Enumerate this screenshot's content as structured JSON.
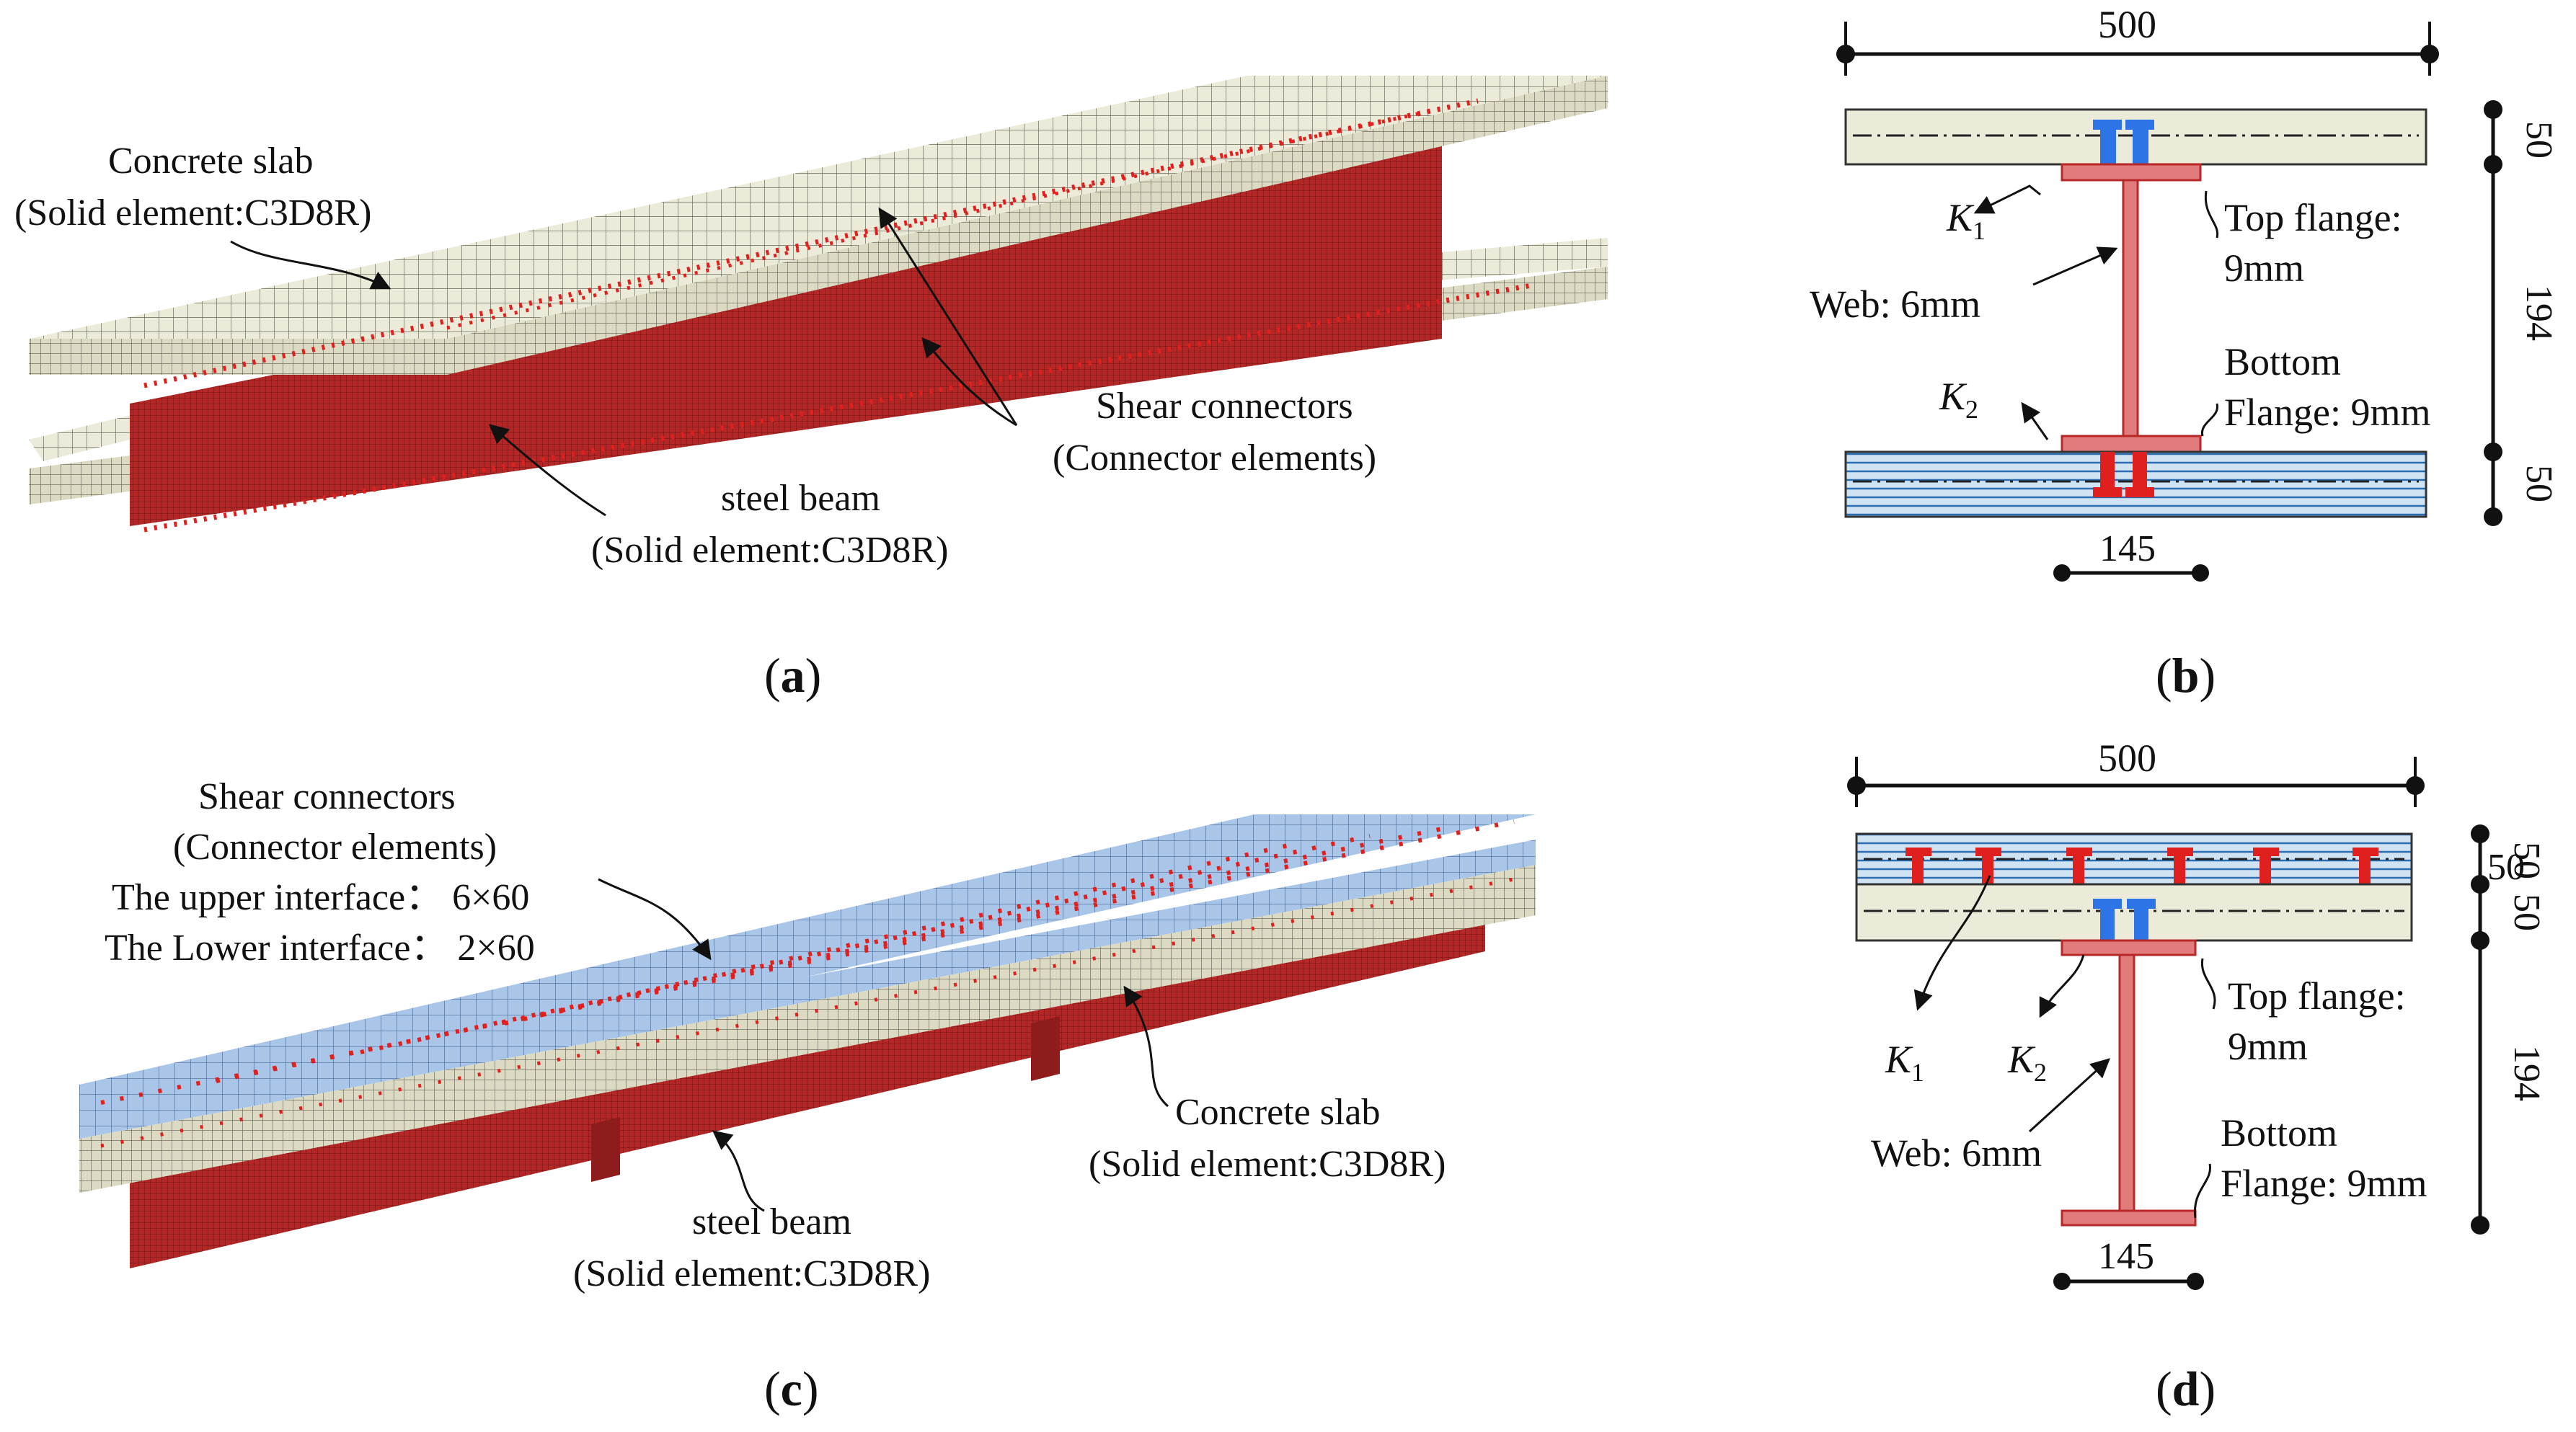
{
  "panel_a": {
    "caption_open": "(",
    "caption_letter": "a",
    "caption_close": ")",
    "labels": {
      "concrete_slab": "Concrete slab",
      "concrete_slab_element": "(Solid element:C3D8R)",
      "shear_connectors": "Shear connectors",
      "shear_connectors_element": "(Connector elements)",
      "steel_beam": "steel beam",
      "steel_beam_element": "(Solid element:C3D8R)"
    }
  },
  "panel_b": {
    "caption_open": "(",
    "caption_letter": "b",
    "caption_close": ")",
    "dims": {
      "width": "500",
      "slab_top": "50",
      "web": "194",
      "slab_bottom": "50",
      "flange": "145"
    },
    "labels": {
      "k1": "K",
      "k1_sub": "1",
      "k2": "K",
      "k2_sub": "2",
      "top_flange": "Top flange:",
      "top_flange_value": "9mm",
      "web": "Web: 6mm",
      "bottom": "Bottom",
      "bottom_flange": "Flange: 9mm"
    }
  },
  "panel_c": {
    "caption_open": "(",
    "caption_letter": "c",
    "caption_close": ")",
    "labels": {
      "shear_connectors": "Shear connectors",
      "shear_connectors_element": "(Connector elements)",
      "upper_interface": "The upper interface： 6×60",
      "lower_interface": "The Lower interface： 2×60",
      "concrete_slab": "Concrete slab",
      "concrete_slab_element": "(Solid element:C3D8R)",
      "steel_beam": "steel beam",
      "steel_beam_element": "(Solid element:C3D8R)"
    }
  },
  "panel_d": {
    "caption_open": "(",
    "caption_letter": "d",
    "caption_close": ")",
    "dims": {
      "width": "500",
      "slab_top": "50",
      "slab_mid": "50",
      "slab_low": "50",
      "web": "194",
      "flange": "145"
    },
    "labels": {
      "k1": "K",
      "k1_sub": "1",
      "k2": "K",
      "k2_sub": "2",
      "top_flange": "Top flange:",
      "top_flange_value": "9mm",
      "web": "Web: 6mm",
      "bottom": "Bottom",
      "bottom_flange": "Flange: 9mm"
    }
  },
  "colors": {
    "concrete": "#ecebd9",
    "steel": "#b52626",
    "steel_dark": "#7a1414",
    "connector_red": "#e0201e",
    "connector_blue": "#2d74e6",
    "interface_blue": "#c5dcee",
    "flange_fill": "#e27b7b",
    "flange_stroke": "#b82828"
  }
}
